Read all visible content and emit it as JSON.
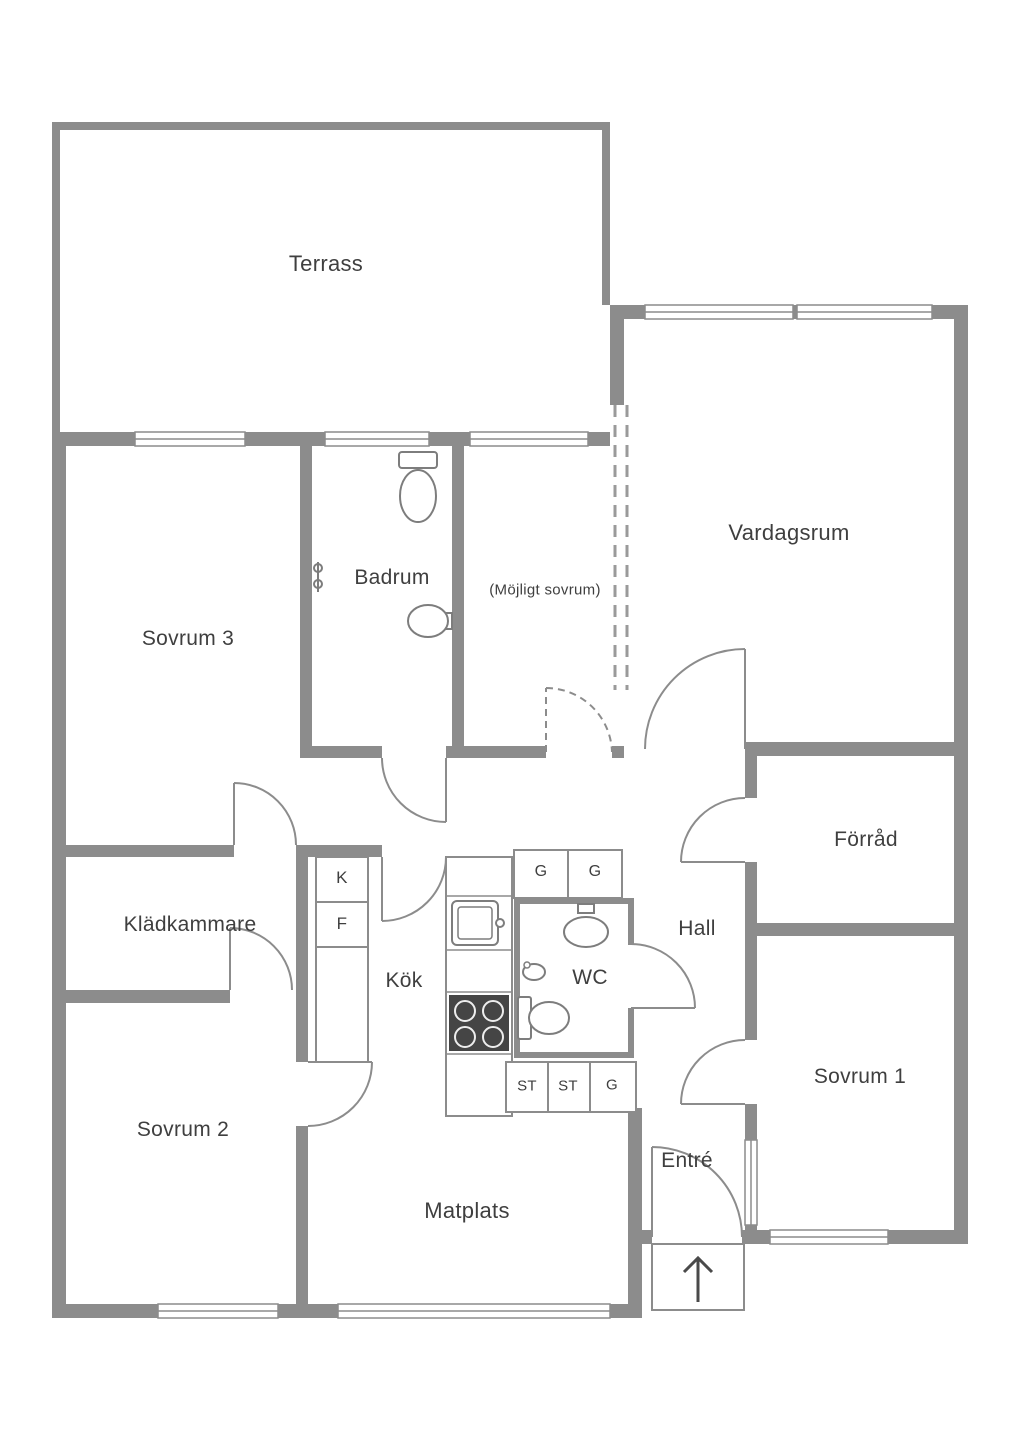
{
  "floorplan": {
    "rooms": {
      "terrass": "Terrass",
      "vardagsrum": "Vardagsrum",
      "sovrum3": "Sovrum 3",
      "badrum": "Badrum",
      "mojligt_sovrum": "(Möjligt sovrum)",
      "kladkammare": "Klädkammare",
      "kok": "Kök",
      "wc": "WC",
      "hall": "Hall",
      "forrad": "Förråd",
      "sovrum2": "Sovrum 2",
      "matplats": "Matplats",
      "entre": "Entré",
      "sovrum1": "Sovrum 1"
    },
    "cabinets": {
      "kyl": "K",
      "frys": "F",
      "garderob": "G",
      "stad": "ST"
    },
    "colors": {
      "wall": "#8c8c8c",
      "text": "#3f3f3f",
      "fixture_stroke": "#7d7d7d",
      "stove": "#454545"
    }
  }
}
